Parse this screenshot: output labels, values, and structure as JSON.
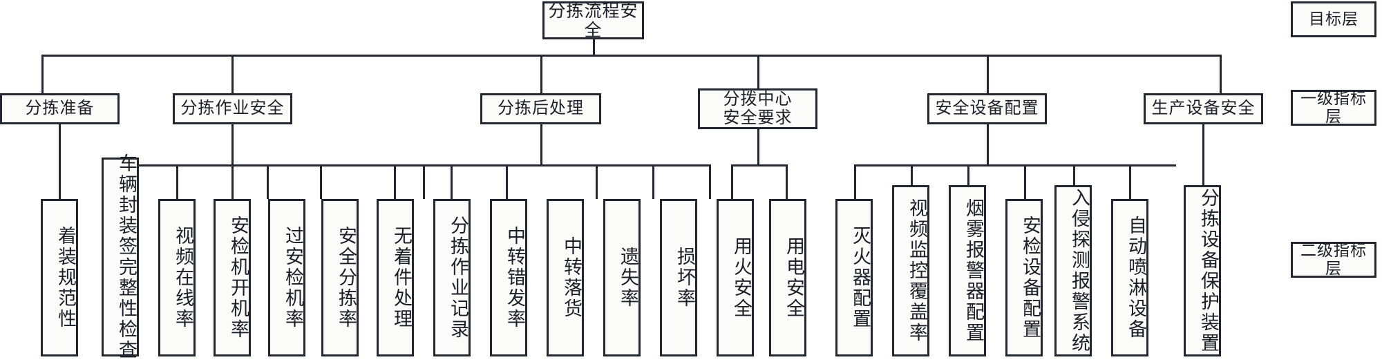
{
  "diagram": {
    "title_node": {
      "label": "分拣流程安全"
    },
    "legend": [
      {
        "label": "目标层"
      },
      {
        "label": "一级指标层"
      },
      {
        "label": "二级指标层"
      }
    ],
    "level1": [
      {
        "label": "分拣准备"
      },
      {
        "label": "分拣作业安全"
      },
      {
        "label": "分拣后处理"
      },
      {
        "label": "分拨中心\n安全要求"
      },
      {
        "label": "安全设备配置"
      },
      {
        "label": "生产设备安全"
      }
    ],
    "level2": [
      {
        "label": "着装规范性",
        "parent": "分拣准备"
      },
      {
        "label": "车辆封装签完整性检查",
        "parent": "分拣作业安全"
      },
      {
        "label": "视频在线率",
        "parent": "分拣作业安全"
      },
      {
        "label": "安检机开机率",
        "parent": "分拣作业安全"
      },
      {
        "label": "过安检机率",
        "parent": "分拣作业安全"
      },
      {
        "label": "安全分拣率",
        "parent": "分拣作业安全"
      },
      {
        "label": "无着件处理",
        "parent": "分拣后处理"
      },
      {
        "label": "分拣作业记录",
        "parent": "分拣后处理"
      },
      {
        "label": "中转错发率",
        "parent": "分拣后处理"
      },
      {
        "label": "中转落货",
        "parent": "分拣后处理"
      },
      {
        "label": "遗失率",
        "parent": "分拣后处理"
      },
      {
        "label": "损坏率",
        "parent": "分拣后处理"
      },
      {
        "label": "用火安全",
        "parent": "分拨中心安全要求"
      },
      {
        "label": "用电安全",
        "parent": "分拨中心安全要求"
      },
      {
        "label": "灭火器配置",
        "parent": "安全设备配置"
      },
      {
        "label": "视频监控覆盖率",
        "parent": "安全设备配置"
      },
      {
        "label": "烟雾报警器配置",
        "parent": "安全设备配置"
      },
      {
        "label": "安检设备配置",
        "parent": "安全设备配置"
      },
      {
        "label": "入侵探测报警系统",
        "parent": "安全设备配置"
      },
      {
        "label": "自动喷淋设备",
        "parent": "安全设备配置"
      },
      {
        "label": "分拣设备保护装置",
        "parent": "生产设备安全"
      }
    ],
    "colors": {
      "line": "#22262e",
      "box_fill": "#fbfbf9",
      "text": "#1b1f27"
    }
  }
}
